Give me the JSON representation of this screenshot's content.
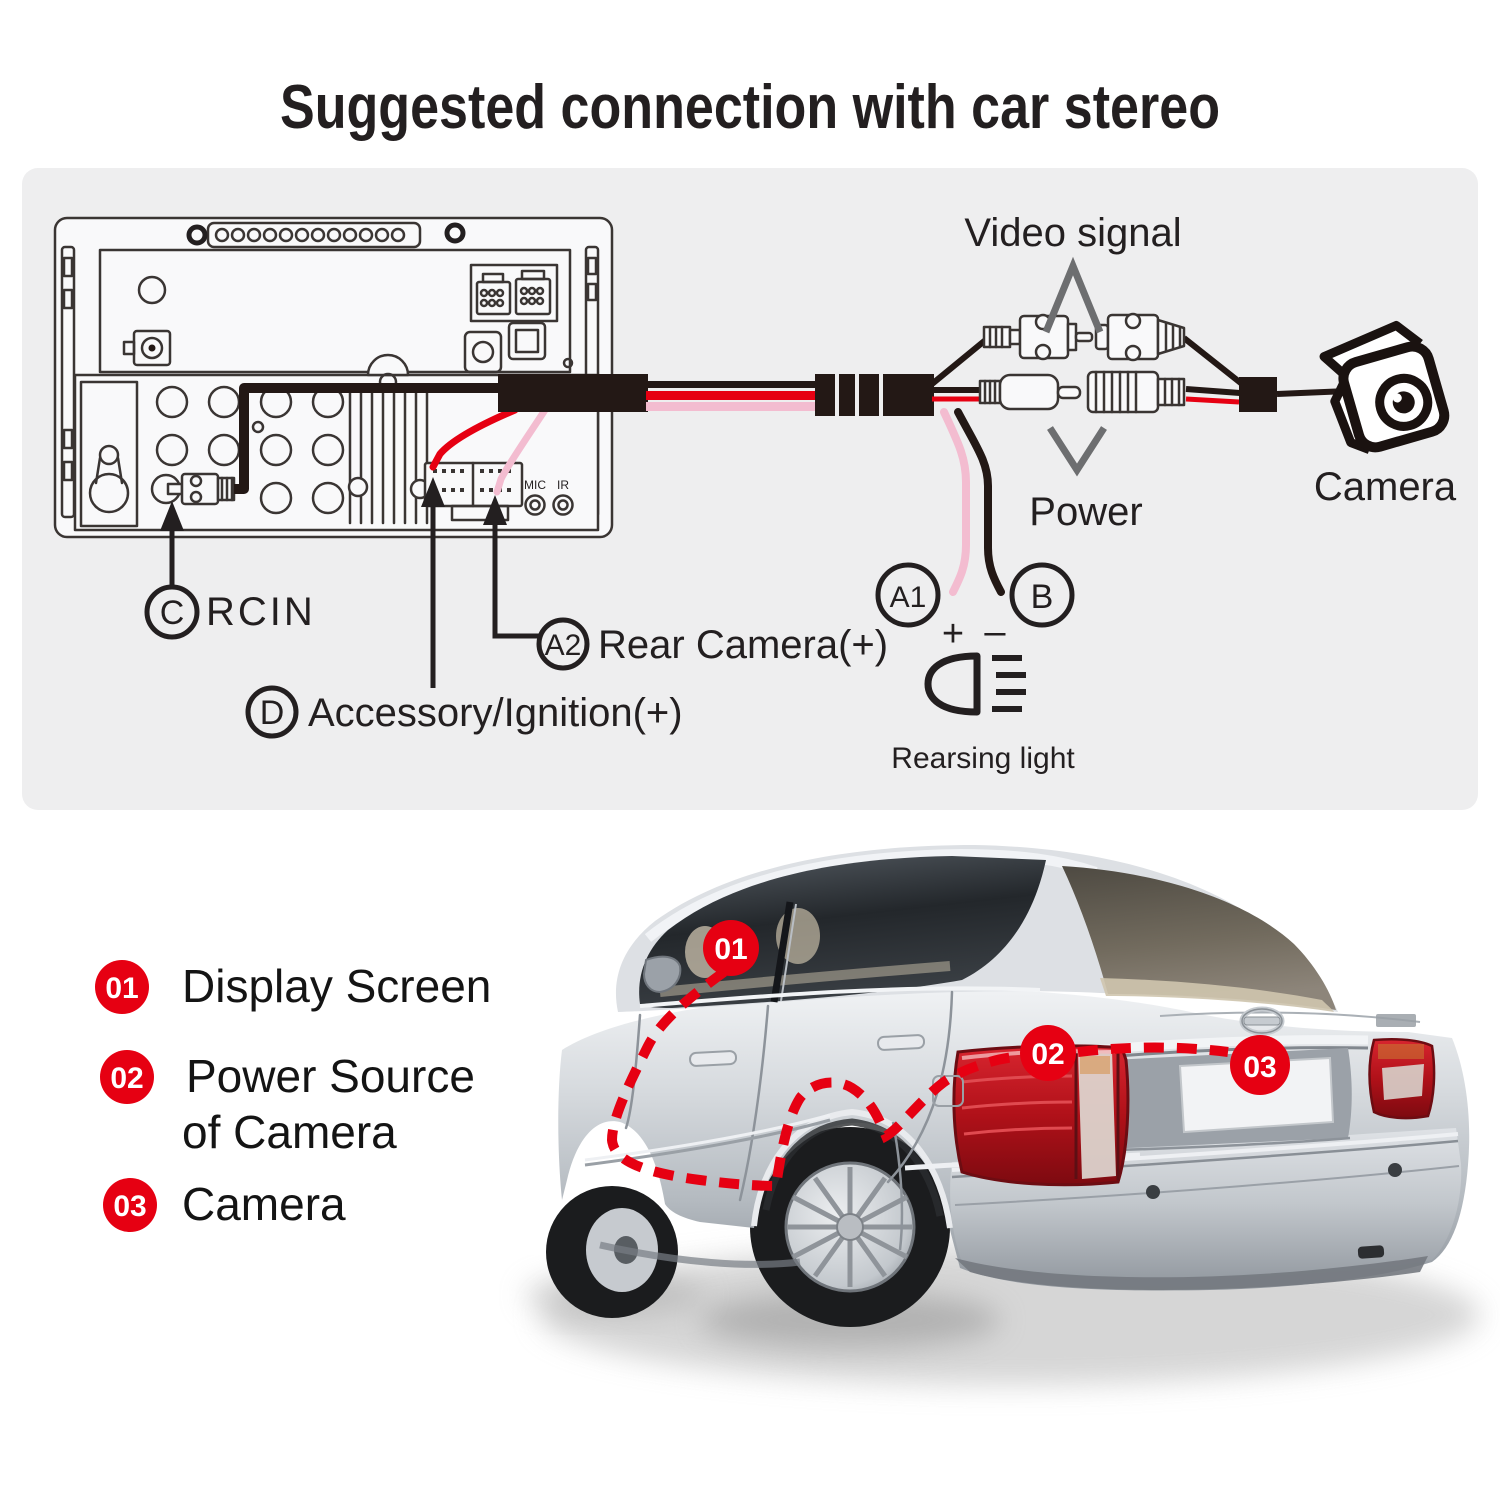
{
  "title": "Suggested connection with car stereo",
  "colors": {
    "accent_red": "#e60012",
    "wire_pink": "#f3bcd0",
    "wire_black": "#231815",
    "panel_bg": "#eeeeef",
    "title_gray": "#58595b"
  },
  "diagram": {
    "video_signal_label": "Video signal",
    "power_label": "Power",
    "camera_label": "Camera",
    "rearsing_light_label": "Rearsing light",
    "mic_label": "MIC",
    "ir_label": "IR",
    "connections": {
      "c_id": "C",
      "c_label": "RCIN",
      "a2_id": "A2",
      "a2_label": "Rear Camera(+)",
      "d_id": "D",
      "d_label": "Accessory/Ignition(+)",
      "a1_id": "A1",
      "a1_sign": "+",
      "b_id": "B",
      "b_sign": "–"
    }
  },
  "legend": {
    "items": [
      {
        "num": "01",
        "lines": [
          "Display Screen",
          ""
        ]
      },
      {
        "num": "02",
        "lines": [
          "Power Source",
          "of Camera"
        ]
      },
      {
        "num": "03",
        "lines": [
          "Camera",
          ""
        ]
      }
    ]
  },
  "car": {
    "callouts": [
      {
        "num": "01"
      },
      {
        "num": "02"
      },
      {
        "num": "03"
      }
    ]
  }
}
